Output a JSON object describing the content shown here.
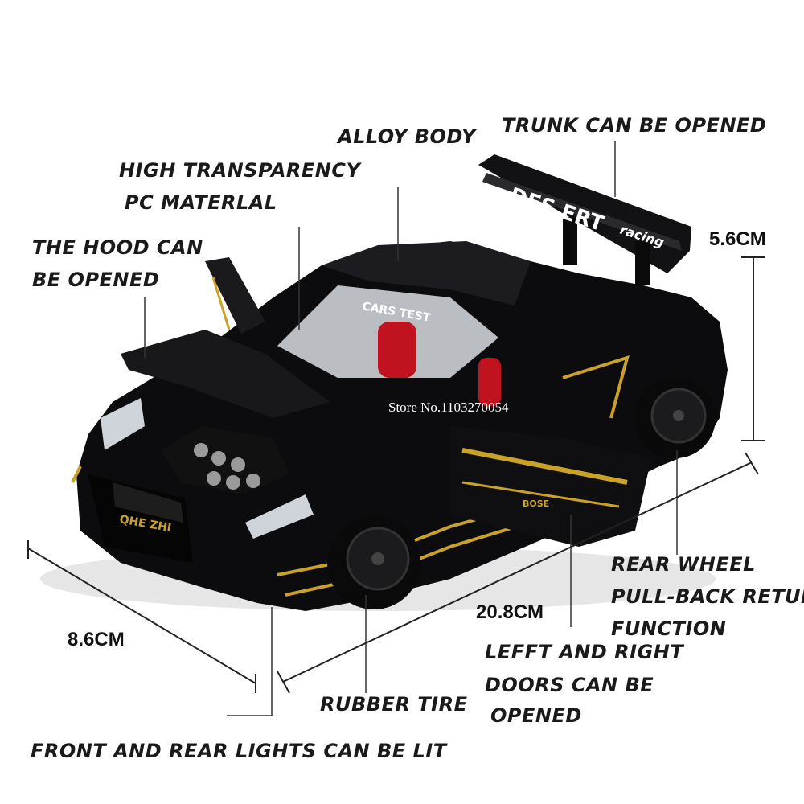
{
  "annotations": {
    "alloy_body": "ALLOY BODY",
    "trunk": "TRUNK CAN BE OPENED",
    "high_transparency_1": "HIGH TRANSPARENCY",
    "high_transparency_2": "PC MATERLAL",
    "hood_1": "THE HOOD CAN",
    "hood_2": "BE OPENED",
    "rear_wheel_1": "REAR WHEEL",
    "rear_wheel_2": "PULL-BACK RETURN",
    "rear_wheel_3": "FUNCTION",
    "doors_1": "LEFFT AND RIGHT",
    "doors_2": "DOORS CAN BE",
    "doors_3": "OPENED",
    "rubber_tire": "RUBBER TIRE",
    "lights": "FRONT AND REAR LIGHTS CAN BE LIT"
  },
  "dimensions": {
    "height": "5.6CM",
    "length": "20.8CM",
    "width": "8.6CM"
  },
  "watermark": "Store No.1103270054",
  "car_graphics": {
    "spoiler_text_1": "DES ERT",
    "spoiler_text_2": "racing",
    "windshield_text": "CARS TEST",
    "plate_text": "QHE ZHI",
    "door_text": "BOSE",
    "body_color": "#0c0c0e",
    "accent_color": "#c9a227",
    "interior_color": "#c1121f"
  }
}
